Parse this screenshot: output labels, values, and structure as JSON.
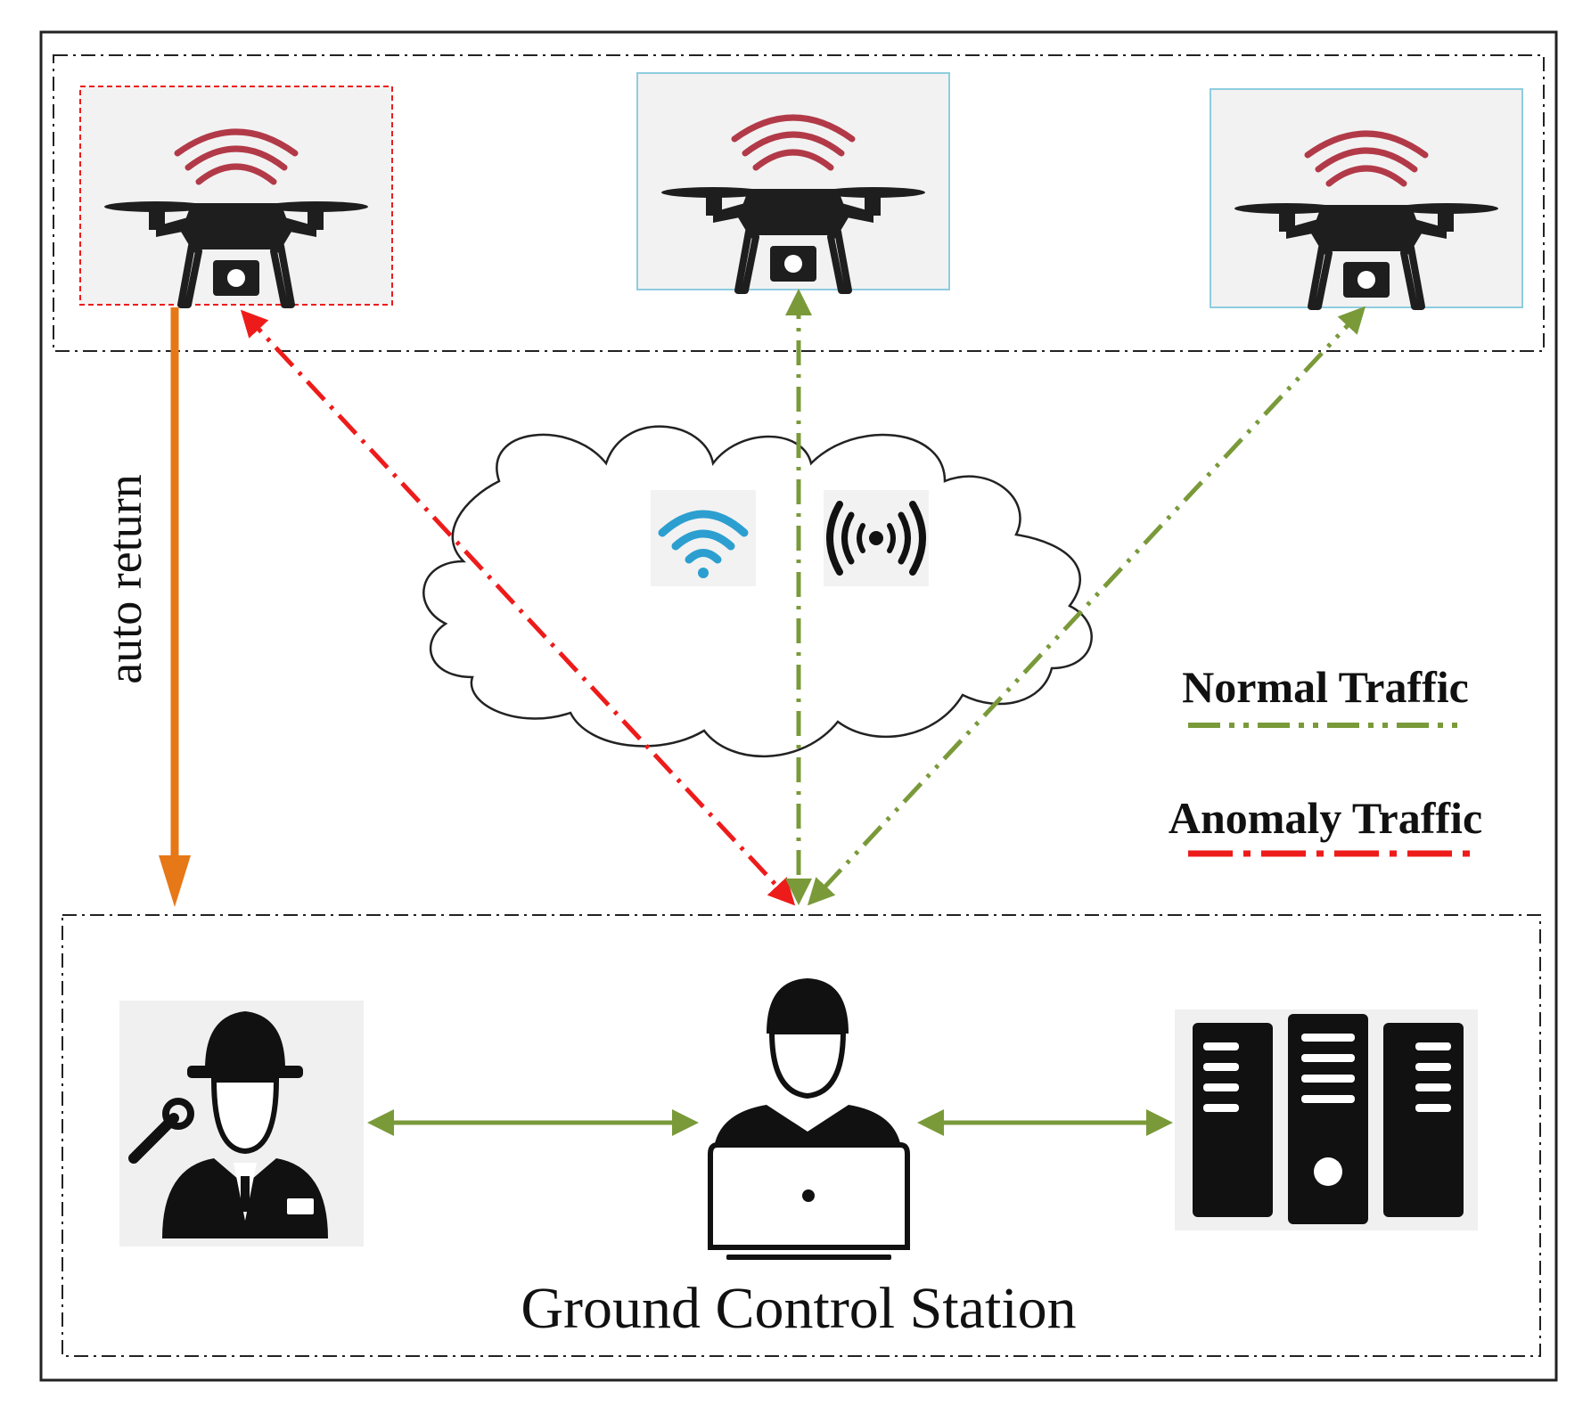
{
  "labels": {
    "auto_return": "auto return",
    "normal_traffic": "Normal Traffic",
    "anomaly_traffic": "Anomaly Traffic",
    "ground_station": "Ground Control Station"
  },
  "colors": {
    "anomaly": "#ee1b1b",
    "normal": "#7a9a3a",
    "auto_return": "#e77817",
    "icon": "#1e1e1e",
    "signal": "#b23a48",
    "wifi": "#2c9fd0",
    "drone_frame_normal": "#8ecde0",
    "drone_frame_anomaly": "#ee1b1b"
  },
  "icons": [
    "drone-icon",
    "wifi-icon",
    "broadcast-signal-icon",
    "engineer-icon",
    "wrench-icon",
    "operator-laptop-icon",
    "server-rack-icon",
    "cloud-shape"
  ]
}
